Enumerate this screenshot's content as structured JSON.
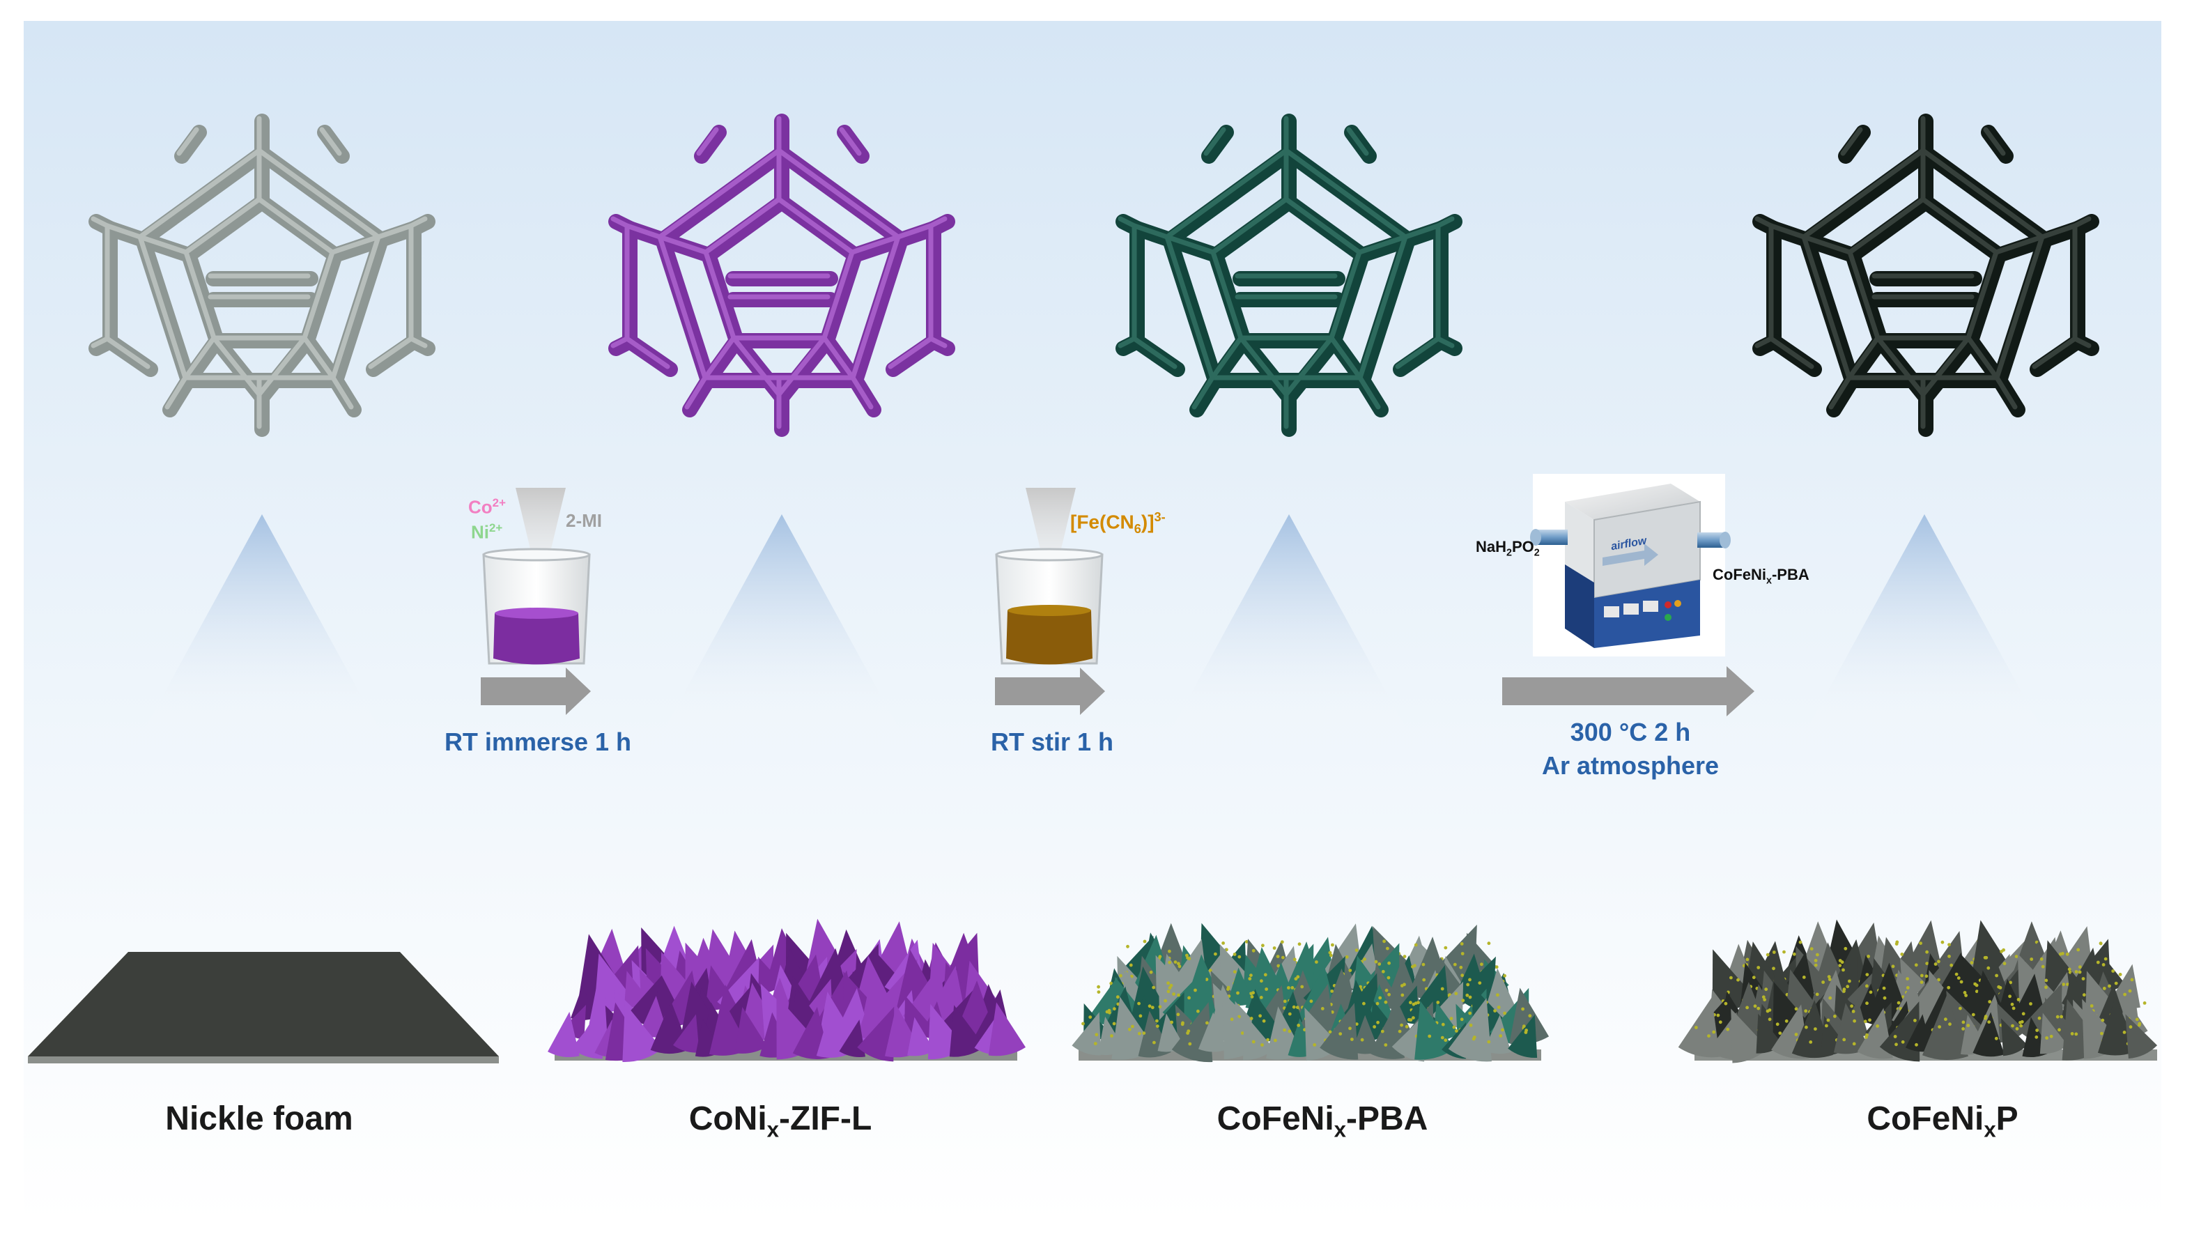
{
  "colors": {
    "background_top": "#d9e8f6",
    "background_bottom": "#ffffff",
    "step_text": "#2a62a8",
    "arrow": "#9a9a9a",
    "framework_1": "#8e9794",
    "framework_2": "#7b32a0",
    "framework_3": "#12443b",
    "framework_4": "#111a16",
    "solution_1": "#7c2da0",
    "solution_2": "#8a5c0a",
    "substrate": "#3c3f3b",
    "co_label": "#f27fc2",
    "ni_label": "#8ed68e",
    "mi_label": "#a0a0a0",
    "fe_label": "#d38a00"
  },
  "stages": [
    {
      "label_pre": "Nickle foam",
      "label_sub": "",
      "label_post": ""
    },
    {
      "label_pre": "CoNi",
      "label_sub": "x",
      "label_post": "-ZIF-L"
    },
    {
      "label_pre": "CoFeNi",
      "label_sub": "x",
      "label_post": "-PBA"
    },
    {
      "label_pre": "CoFeNi",
      "label_sub": "x",
      "label_post": "P"
    }
  ],
  "steps": [
    {
      "line1": "RT immerse 1 h",
      "line2": ""
    },
    {
      "line1": "RT stir 1 h",
      "line2": ""
    },
    {
      "line1": "300 °C   2 h",
      "line2": "Ar atmosphere"
    }
  ],
  "reagents": {
    "co": "Co",
    "co_charge": "2+",
    "ni": "Ni",
    "ni_charge": "2+",
    "mi": "2-MI",
    "fe_pre": "[Fe(CN",
    "fe_sub": "6",
    "fe_post": ")]",
    "fe_charge": "3-",
    "nah_pre": "NaH",
    "nah_sub1": "2",
    "nah_mid": "PO",
    "nah_sub2": "2",
    "pba_pre": "CoFeNi",
    "pba_sub": "x",
    "pba_post": "-PBA",
    "airflow": "airflow"
  }
}
